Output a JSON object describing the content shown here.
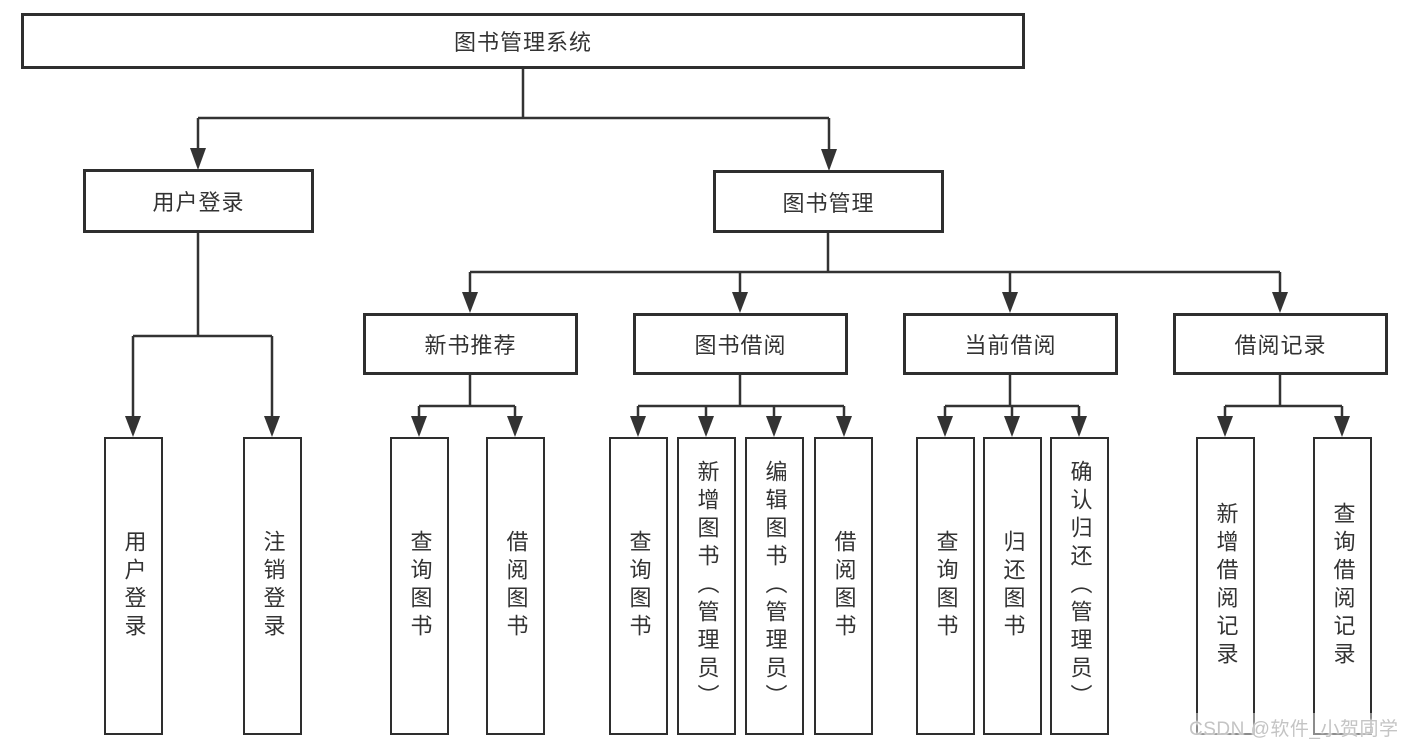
{
  "diagram": {
    "colors": {
      "line": "#333333",
      "box_border": "#2e2e2e",
      "text": "#333333",
      "watermark": "#c4c4c4",
      "background": "#ffffff"
    },
    "watermark": "CSDN @软件_小贺同学",
    "tree": {
      "label": "图书管理系统",
      "children": [
        {
          "label": "用户登录",
          "children": [
            {
              "label": "用户登录"
            },
            {
              "label": "注销登录"
            }
          ]
        },
        {
          "label": "图书管理",
          "children": [
            {
              "label": "新书推荐",
              "children": [
                {
                  "label": "查询图书"
                },
                {
                  "label": "借阅图书"
                }
              ]
            },
            {
              "label": "图书借阅",
              "children": [
                {
                  "label": "查询图书"
                },
                {
                  "label": "新增图书（管理员）"
                },
                {
                  "label": "编辑图书（管理员）"
                },
                {
                  "label": "借阅图书"
                }
              ]
            },
            {
              "label": "当前借阅",
              "children": [
                {
                  "label": "查询图书"
                },
                {
                  "label": "归还图书"
                },
                {
                  "label": "确认归还（管理员）"
                }
              ]
            },
            {
              "label": "借阅记录",
              "children": [
                {
                  "label": "新增借阅记录"
                },
                {
                  "label": "查询借阅记录"
                }
              ]
            }
          ]
        }
      ]
    }
  }
}
